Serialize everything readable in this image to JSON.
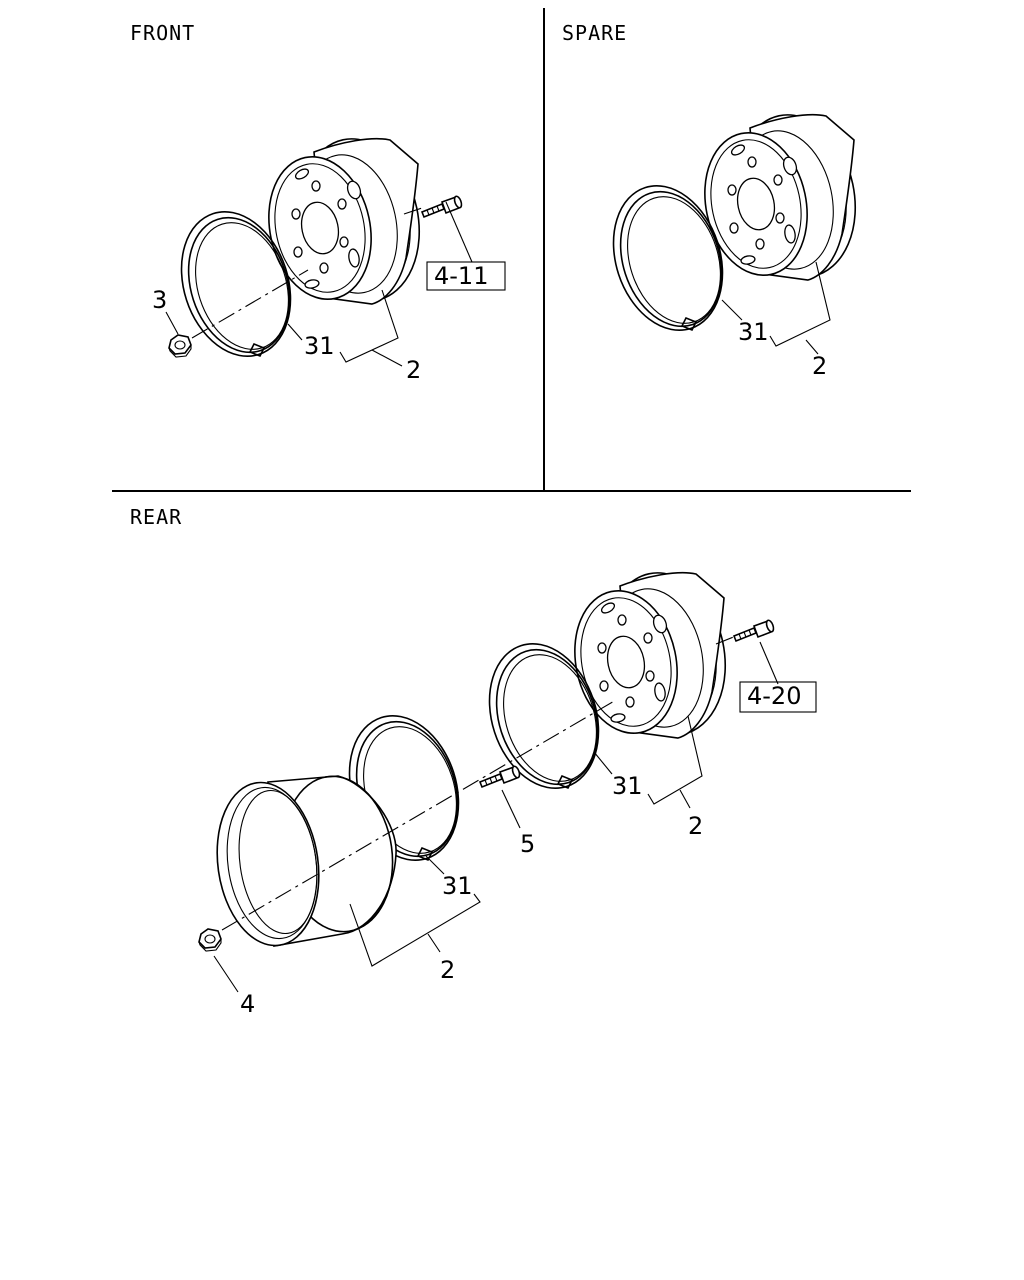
{
  "sections": {
    "front": "FRONT",
    "spare": "SPARE",
    "rear": "REAR"
  },
  "front": {
    "callout_nut": "3",
    "callout_ring": "31",
    "callout_wheel": "2",
    "ref_bolt": "4-11"
  },
  "spare": {
    "callout_ring": "31",
    "callout_wheel": "2"
  },
  "rear": {
    "callout_inner_ring": "31",
    "callout_inner_wheel": "2",
    "callout_bolt": "5",
    "callout_outer_ring": "31",
    "callout_outer_wheel": "2",
    "callout_nut": "4",
    "ref_bolt": "4-20"
  }
}
